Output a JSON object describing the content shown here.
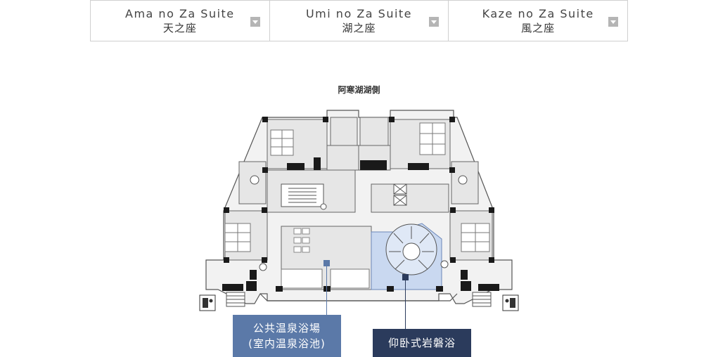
{
  "suite_tabs": [
    {
      "name_en": "Ama no Za Suite",
      "name_jp": "天之座",
      "icon": "dropdown-arrow-icon"
    },
    {
      "name_en": "Umi no Za Suite",
      "name_jp": "湖之座",
      "icon": "dropdown-arrow-icon"
    },
    {
      "name_en": "Kaze no Za Suite",
      "name_jp": "風之座",
      "icon": "dropdown-arrow-icon"
    }
  ],
  "floor_plan": {
    "lake_side_label": "阿寒湖湖側",
    "public_bath": {
      "line1": "公共温泉浴場",
      "line2": "(室内温泉浴池)"
    },
    "rock_bath": {
      "label": "仰卧式岩磐浴"
    }
  },
  "colors": {
    "public_bath_accent": "#5b79a8",
    "rock_bath_accent": "#2b3b5c",
    "rock_bath_area": "#c9d8f0",
    "tab_border": "#cfcfcf",
    "arrow_box": "#b5b5b5"
  }
}
